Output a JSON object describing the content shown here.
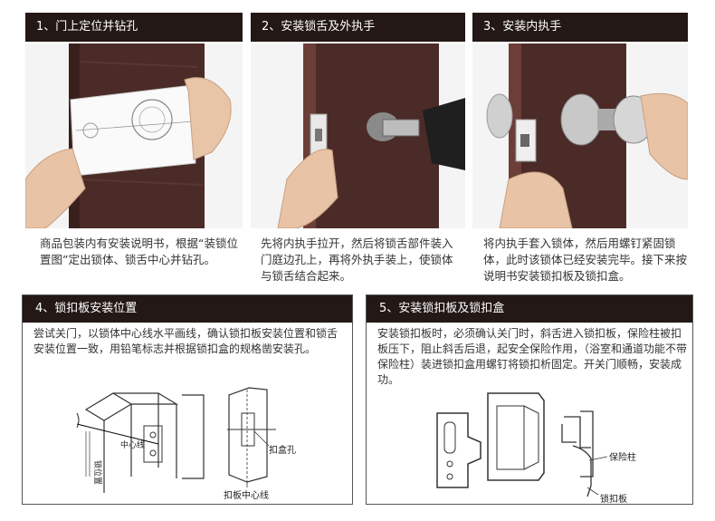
{
  "steps": [
    {
      "title": "1、门上定位并钻孔",
      "desc": "商品包装内有安装说明书，根据“装锁位置图”定出锁体、锁舌中心并钻孔。"
    },
    {
      "title": "2、安装锁舌及外执手",
      "desc": "先将内执手拉开，然后将锁舌部件装入门庭边孔上，再将外执手装上，使锁体与锁舌结合起来。"
    },
    {
      "title": "3、安装内执手",
      "desc": "将内执手套入锁体，然后用螺钉紧固锁体，此时该锁体已经安装完毕。接下来按说明书安装锁扣板及锁扣盒。"
    }
  ],
  "step4": {
    "title": "4、锁扣板安装位置",
    "desc": "尝试关门，以锁体中心线水平画线，确认锁扣板安装位置和锁舌安装位置一致，用铅笔标志并根据锁扣盒的规格凿安装孔。",
    "labels": {
      "position": "锁位置",
      "center": "中心线",
      "box_hole": "扣盒孔",
      "plate_center": "扣板中心线"
    }
  },
  "step5": {
    "title": "5、安装锁扣板及锁扣盒",
    "desc": "安装锁扣板时，必须确认关门时，斜舌进入锁扣板，保险柱被扣板压下，阻止斜舌后退，起安全保险作用，（浴室和通道功能不带保险柱）装进锁扣盒用螺钉将锁扣析固定。开关门顺畅，安装成功。",
    "labels": {
      "safety_pin": "保险柱",
      "strike_plate": "锁扣板"
    }
  },
  "colors": {
    "header_bg": "#231815",
    "door": "#4a2a26"
  }
}
